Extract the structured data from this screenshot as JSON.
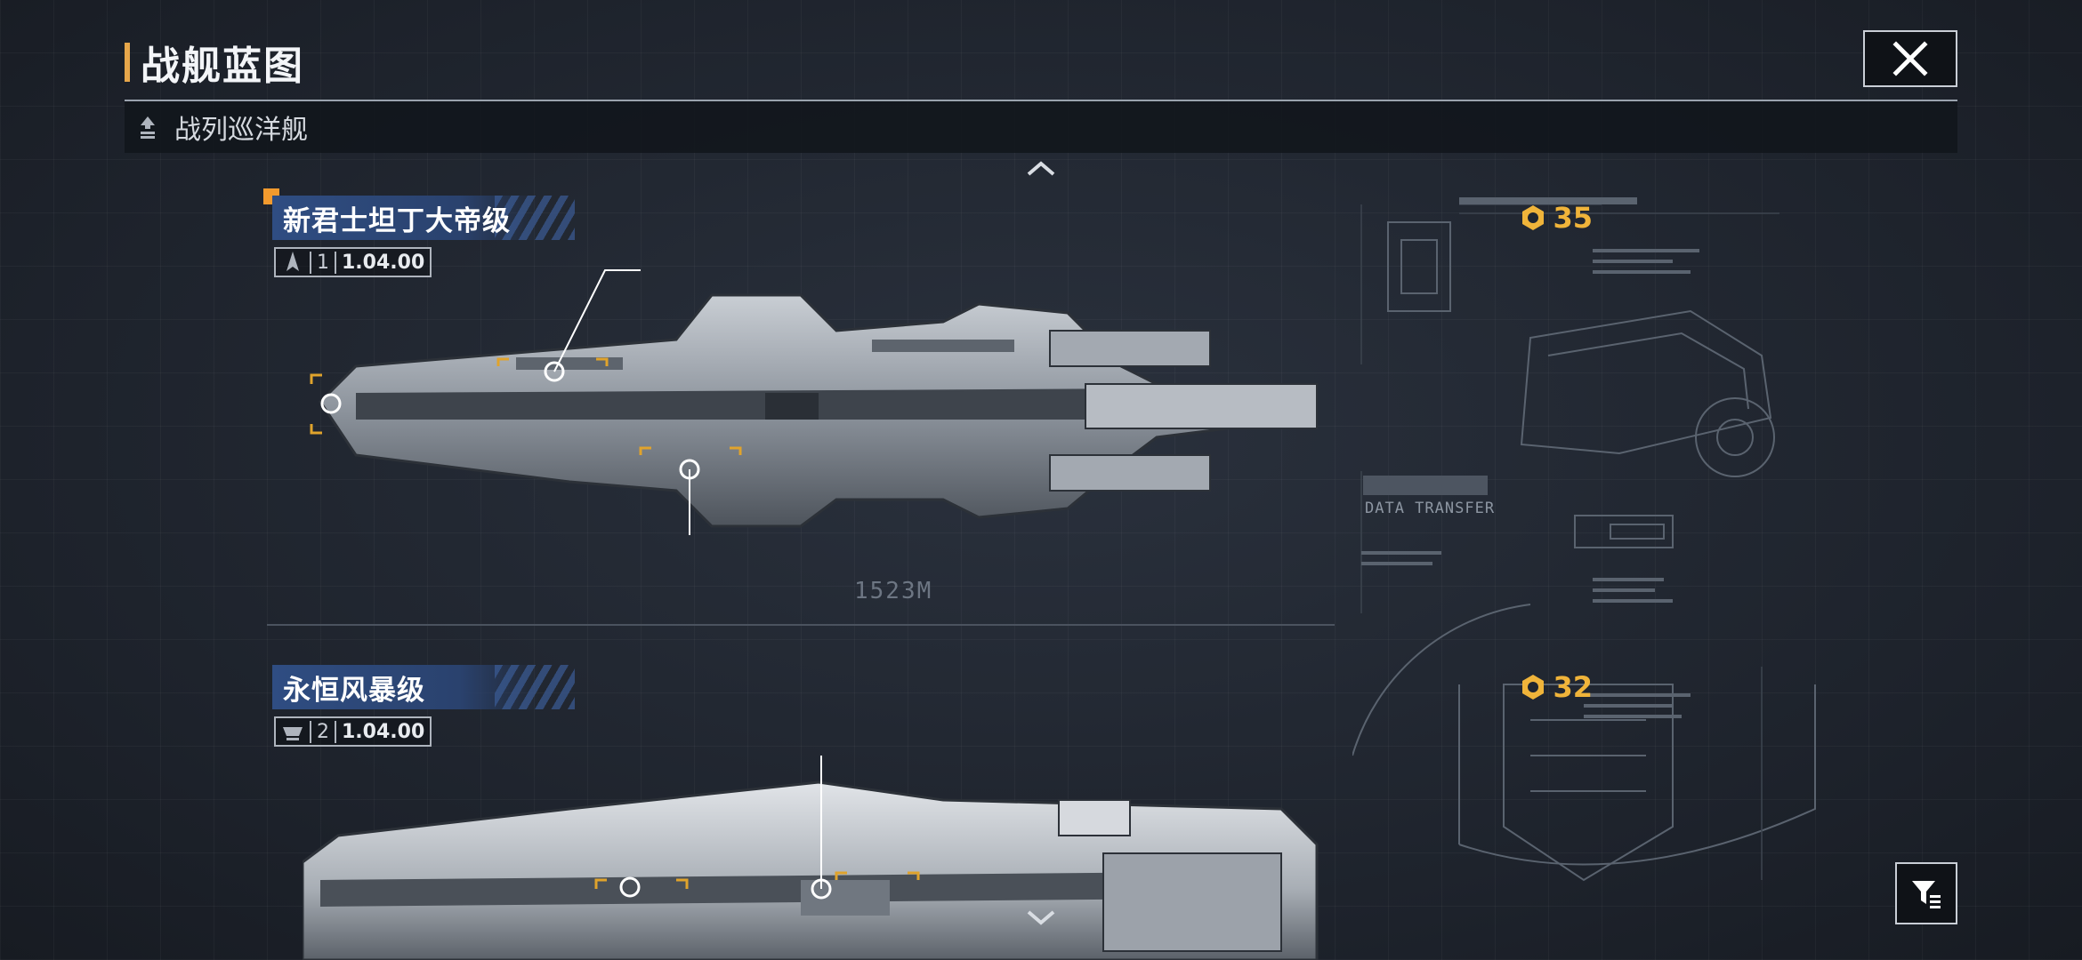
{
  "header": {
    "title": "战舰蓝图",
    "close_label": "close"
  },
  "category": {
    "label": "战列巡洋舰"
  },
  "ships": [
    {
      "name": "新君士坦丁大帝级",
      "count": "1",
      "version": "1.04.00",
      "cost": "35",
      "length_label": "1523M"
    },
    {
      "name": "永恒风暴级",
      "count": "2",
      "version": "1.04.00",
      "cost": "32"
    }
  ],
  "decor": {
    "data_transfer": "DATA TRANSFER"
  },
  "icons": {
    "close": "close-icon",
    "category": "battlecruiser-rank-icon",
    "collapse": "chevron-up-icon",
    "scroll": "chevron-down-icon",
    "filter": "filter-sort-icon",
    "cost": "command-point-icon"
  },
  "colors": {
    "accent": "#e6a64a",
    "cost": "#f0b43a",
    "name_tag": "#2f4d82",
    "background": "#1f2530"
  }
}
